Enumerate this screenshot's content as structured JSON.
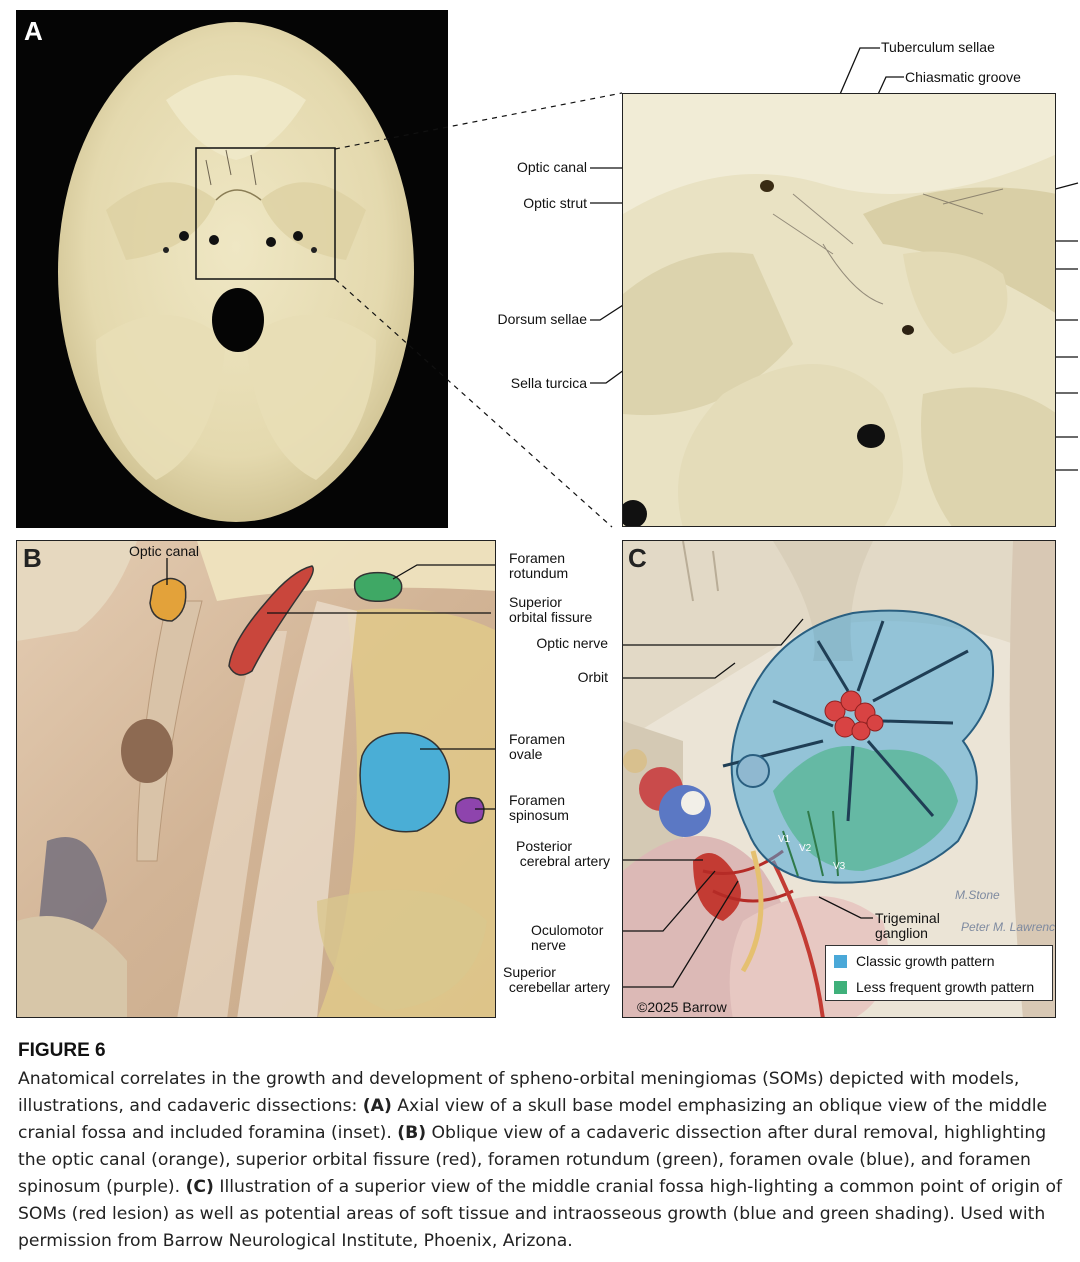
{
  "figure": {
    "title": "FIGURE 6",
    "caption": {
      "intro": "Anatomical correlates in the growth and development of spheno-orbital meningiomas (SOMs) depicted with models, illustrations, and cadaveric dissections: ",
      "a_tag": "(A)",
      "a_text": " Axial view of a skull base model emphasizing an oblique view of the middle cranial fossa and included foramina (inset). ",
      "b_tag": "(B)",
      "b_text": " Oblique view of a cadaveric dissection after dural removal, highlighting the optic canal (orange), superior orbital fissure (red), foramen rotundum (green), foramen ovale (blue), and foramen spinosum (purple). ",
      "c_tag": "(C)",
      "c_text": " Illustration of a superior view of the middle cranial fossa high-lighting a common point of origin of SOMs (red lesion) as well as potential areas of soft tissue and intraosseous growth (blue and green shading). Used with permission from Barrow Neurological Institute, Phoenix, Arizona."
    }
  },
  "panelA": {
    "letter": "A",
    "labels": {
      "tuberculum": "Tuberculum sellae",
      "chiasmatic": "Chiasmatic groove",
      "optic_canal": "Optic canal",
      "optic_strut": "Optic strut",
      "dorsum": "Dorsum sellae",
      "sella": "Sella turcica"
    }
  },
  "panelB": {
    "letter": "B",
    "labels": {
      "optic_canal": "Optic canal",
      "rotundum_1": "Foramen",
      "rotundum_2": "rotundum",
      "sof_1": "Superior",
      "sof_2": "orbital fissure",
      "ovale_1": "Foramen",
      "ovale_2": "ovale",
      "spinosum_1": "Foramen",
      "spinosum_2": "spinosum"
    },
    "colors": {
      "optic_canal": "#e3a23a",
      "sof": "#c9463c",
      "rotundum": "#3fa865",
      "ovale": "#4aaed6",
      "spinosum": "#8e44ad"
    }
  },
  "panelC": {
    "letter": "C",
    "labels": {
      "optic_nerve": "Optic nerve",
      "orbit": "Orbit",
      "pca_1": "Posterior",
      "pca_2": "cerebral artery",
      "oculo_1": "Oculomotor",
      "oculo_2": "nerve",
      "sca_1": "Superior",
      "sca_2": "cerebellar artery",
      "trig_1": "Trigeminal",
      "trig_2": "ganglion",
      "v1": "V1",
      "v2": "V2",
      "v3": "V3"
    },
    "legend": [
      {
        "label": "Classic growth pattern",
        "color": "#4aa8d8"
      },
      {
        "label": "Less frequent growth pattern",
        "color": "#3fb07a"
      }
    ],
    "copyright": "©2025 Barrow"
  }
}
